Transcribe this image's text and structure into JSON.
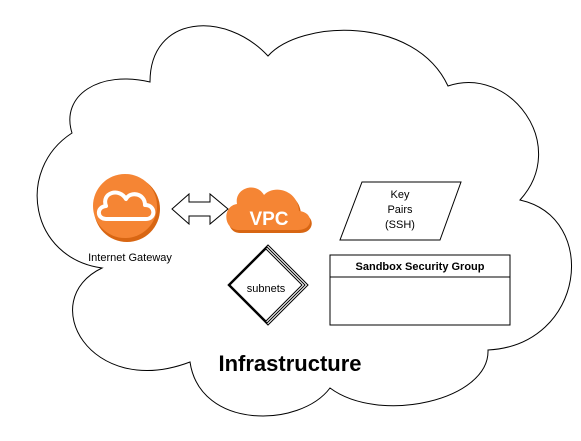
{
  "diagram": {
    "title": "Infrastructure",
    "internet_gateway": {
      "label": "Internet Gateway",
      "icon": "cloud-in-circle-icon"
    },
    "vpc": {
      "label": "VPC",
      "icon": "cloud-vpc-icon"
    },
    "subnets": {
      "label": "subnets"
    },
    "key_pairs": {
      "line1": "Key",
      "line2": "Pairs",
      "line3": "(SSH)"
    },
    "security_group": {
      "title": "Sandbox Security Group"
    },
    "connector": {
      "icon": "double-arrow-icon"
    }
  },
  "colors": {
    "aws_orange": "#f58534",
    "aws_orange_dark": "#d86613",
    "stroke": "#000000",
    "background": "#ffffff"
  }
}
